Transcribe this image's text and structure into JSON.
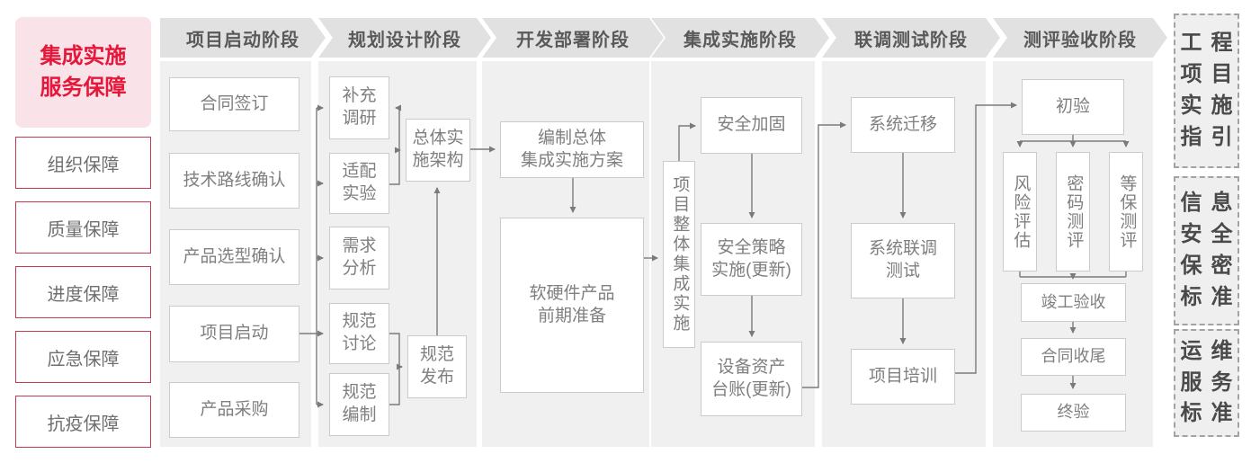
{
  "title": "集成实施\n服务保障",
  "guarantees": [
    "组织保障",
    "质量保障",
    "进度保障",
    "应急保障",
    "抗疫保障"
  ],
  "phases": [
    {
      "header": "项目启动阶段",
      "boxes": [
        "合同签订",
        "技术路线确认",
        "产品选型确认",
        "项目启动",
        "产品采购"
      ]
    },
    {
      "header": "规划设计阶段",
      "boxes": [
        "补充\n调研",
        "适配\n实验",
        "需求\n分析",
        "规范\n讨论",
        "规范\n编制",
        "总体实\n施架构",
        "规范\n发布"
      ]
    },
    {
      "header": "开发部署阶段",
      "boxes": [
        "编制总体\n集成实施方案",
        "软硬件产品\n前期准备"
      ]
    },
    {
      "header": "集成实施阶段",
      "boxes": [
        "项目整体集成实施",
        "安全加固",
        "安全策略\n实施(更新)",
        "设备资产\n台账(更新)"
      ]
    },
    {
      "header": "联调测试阶段",
      "boxes": [
        "系统迁移",
        "系统联调\n测试",
        "项目培训"
      ]
    },
    {
      "header": "测评验收阶段",
      "boxes": [
        "初验",
        "风险评估",
        "密码测评",
        "等保测评",
        "竣工验收",
        "合同收尾",
        "终验"
      ]
    }
  ],
  "standards": [
    "工程\n项目\n实施\n指引",
    "信息\n安全\n保密\n标准",
    "运维\n服务\n标准"
  ],
  "colors": {
    "accent_red": "#e5173a",
    "pink_bg": "#fae3e8",
    "red_border": "#c53a52",
    "band_bg": "#f1f0f0",
    "header_bg": "#e2e1e1",
    "box_border": "#cbcbcb",
    "text_gray": "#7f7f7f",
    "line_gray": "#7a7a7a"
  }
}
